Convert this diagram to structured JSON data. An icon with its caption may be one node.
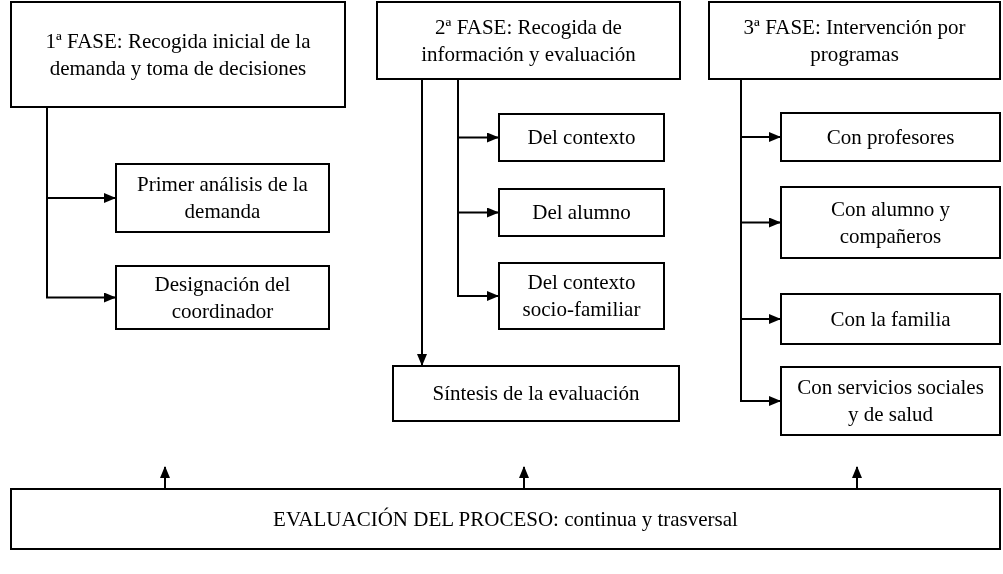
{
  "diagram": {
    "nodes": [
      {
        "text": [
          "1ª FASE: Recogida inicial de la demanda y toma de decisiones"
        ]
      },
      {
        "text": [
          "Primer análisis de la demanda"
        ]
      },
      {
        "text": [
          "Designación del coordinador"
        ]
      },
      {
        "text": [
          "2ª FASE: Recogida de información y evaluación"
        ]
      },
      {
        "text": [
          "Del contexto"
        ]
      },
      {
        "text": [
          "Del alumno"
        ]
      },
      {
        "text": [
          "Del contexto socio-familiar"
        ]
      },
      {
        "text": [
          "Síntesis de la evaluación"
        ]
      },
      {
        "text": [
          "3ª FASE: Intervención por programas"
        ]
      },
      {
        "text": [
          "Con profesores"
        ]
      },
      {
        "text": [
          "Con alumno y compañeros"
        ]
      },
      {
        "text": [
          "Con la familia"
        ]
      },
      {
        "text": [
          "Con servicios sociales y de salud"
        ]
      },
      {
        "text": [
          "EVALUACIÓN DEL PROCESO: continua y trasversal"
        ]
      }
    ],
    "edges": [
      {
        "from": 0,
        "to": 1,
        "arrow": "to"
      },
      {
        "from": 0,
        "to": 2,
        "arrow": "to"
      },
      {
        "from": 3,
        "to": 4,
        "arrow": "to"
      },
      {
        "from": 3,
        "to": 5,
        "arrow": "to"
      },
      {
        "from": 3,
        "to": 6,
        "arrow": "to"
      },
      {
        "from": 3,
        "to": 7,
        "arrow": "to"
      },
      {
        "from": 8,
        "to": 9,
        "arrow": "to"
      },
      {
        "from": 8,
        "to": 10,
        "arrow": "to"
      },
      {
        "from": 8,
        "to": 11,
        "arrow": "to"
      },
      {
        "from": 8,
        "to": 12,
        "arrow": "to"
      },
      {
        "from": 13,
        "to": null,
        "arrow": "to"
      },
      {
        "from": 13,
        "to": null,
        "arrow": "to"
      },
      {
        "from": 13,
        "to": null,
        "arrow": "to"
      }
    ]
  }
}
